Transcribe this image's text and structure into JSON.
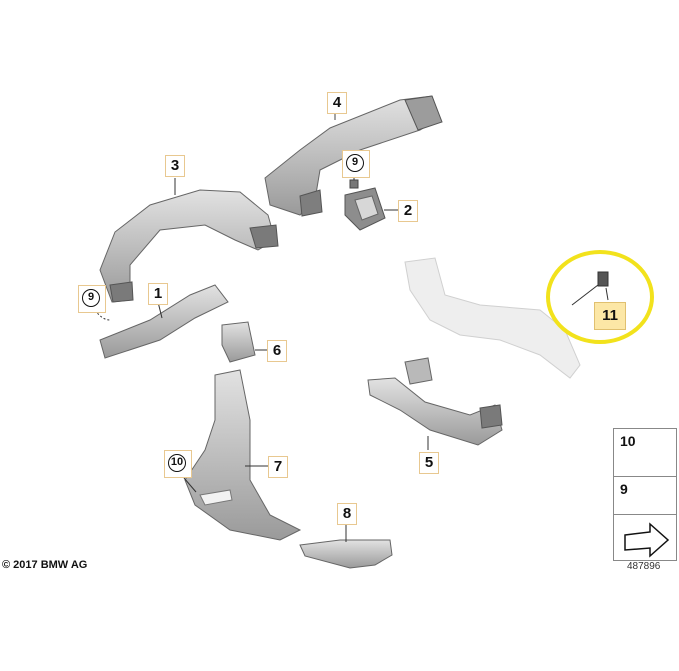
{
  "callouts": {
    "part1": "1",
    "part2": "2",
    "part3": "3",
    "part4": "4",
    "part5": "5",
    "part6": "6",
    "part7": "7",
    "part8": "8",
    "part9_top": "9",
    "part9_left": "9",
    "part10": "10",
    "part11": "11"
  },
  "legend": {
    "item10": "10",
    "item9": "9"
  },
  "footer": {
    "copyright": "© 2017 BMW AG",
    "doc_number": "487896"
  },
  "colors": {
    "part_fill": "#c9c9c9",
    "part_shade": "#8f8f8f",
    "ghost_part": "#e4e4e4",
    "highlight_circle": "#f2e21c",
    "highlight_label_bg": "#fce7a6"
  }
}
